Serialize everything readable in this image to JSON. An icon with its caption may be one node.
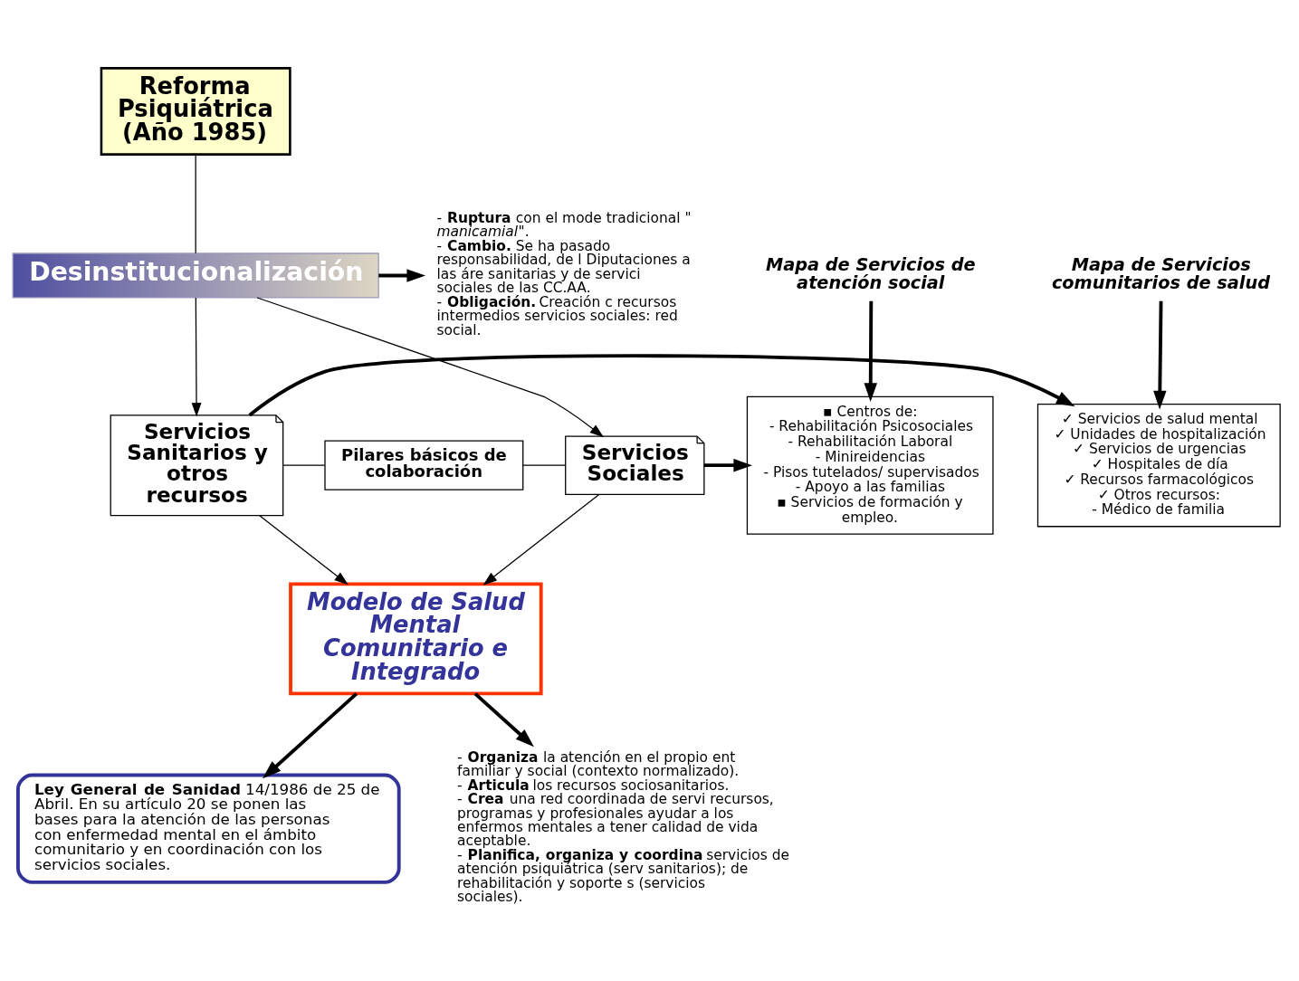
{
  "diagram": {
    "nodes": [
      {
        "text": [
          "Reforma Psiquiátrica (Año 1985)"
        ]
      },
      {
        "text": [
          "Desinstitucionalización"
        ]
      },
      {
        "text": [
          "- **Ruptura** con el mode tradicional \"*manicamial*\".",
          "- **Cambio.** Se ha pasado responsabilidad, de l Diputaciones a las áre sanitarias y de servici sociales de las CC.AA.",
          "- **Obligación.** Creación c recursos intermedios servicios sociales: red social."
        ]
      },
      {
        "text": [
          "Mapa de Servicios comunitarios de salud"
        ]
      },
      {
        "text": [
          "✓ Servicios de salud mental",
          "✓ Unidades de hospitalización",
          "✓ Servicios de urgencias",
          "✓ Hospitales de día",
          "✓ Recursos farmacológicos",
          "✓ Otros recursos:",
          "- Médico de familia"
        ]
      },
      {
        "text": [
          "Servicios Sanitarios y otros recursos"
        ]
      },
      {
        "text": [
          "Pilares básicos de colaboración"
        ]
      },
      {
        "text": [
          "Servicios Sociales"
        ]
      },
      {
        "text": [
          "Mapa de Servicios de atención social"
        ]
      },
      {
        "text": [
          "▪ Centros de:",
          "- Rehabilitación Psicosociales",
          "- Rehabilitación Laboral",
          "- Minireidencias",
          "- Pisos tutelados/ supervisados",
          "- Apoyo a las familias",
          "▪ Servicios de formación y empleo."
        ]
      },
      {
        "text": [
          "Modelo de Salud Mental Comunitario e Integrado"
        ]
      },
      {
        "text": [
          "**Ley General de Sanidad** 14/1986 de 25 de Abril. En su artículo 20 se ponen las bases para la atención de las personas con enfermedad mental en el ámbito comunitario y en coordinación con los servicios sociales."
        ]
      },
      {
        "text": [
          "- **Organiza** la atención en el propio ent familiar y social (contexto normalizado).",
          "- **Articula** los recursos sociosanitarios.",
          "- **Crea** una red coordinada de servi recursos, programas y profesionales ayudar a los enfermos mentales a tener calidad de vida aceptable.",
          "- **Planifica, organiza y coordina** servicios de atención psiquiátrica (serv sanitarios); de rehabilitación y soporte s (servicios sociales)."
        ]
      }
    ],
    "edges": [
      {
        "from": 0,
        "to": 1,
        "arrow": "none"
      },
      {
        "from": 1,
        "to": 2,
        "arrow": "to",
        "style": "thick"
      },
      {
        "from": 3,
        "to": 4,
        "arrow": "to",
        "style": "thick"
      },
      {
        "from": 1,
        "to": 5,
        "arrow": "to"
      },
      {
        "from": 1,
        "to": 7,
        "arrow": "to"
      },
      {
        "from": 5,
        "to": 4,
        "arrow": "to",
        "style": "thick"
      },
      {
        "from": 5,
        "to": 6,
        "arrow": "none"
      },
      {
        "from": 6,
        "to": 7,
        "arrow": "none"
      },
      {
        "from": 7,
        "to": 9,
        "arrow": "to",
        "style": "thick"
      },
      {
        "from": 8,
        "to": 9,
        "arrow": "to",
        "style": "thick"
      },
      {
        "from": 5,
        "to": 10,
        "arrow": "to"
      },
      {
        "from": 7,
        "to": 10,
        "arrow": "to"
      },
      {
        "from": 10,
        "to": 11,
        "arrow": "to",
        "style": "thick"
      },
      {
        "from": 10,
        "to": 12,
        "arrow": "to",
        "style": "thick"
      }
    ]
  }
}
